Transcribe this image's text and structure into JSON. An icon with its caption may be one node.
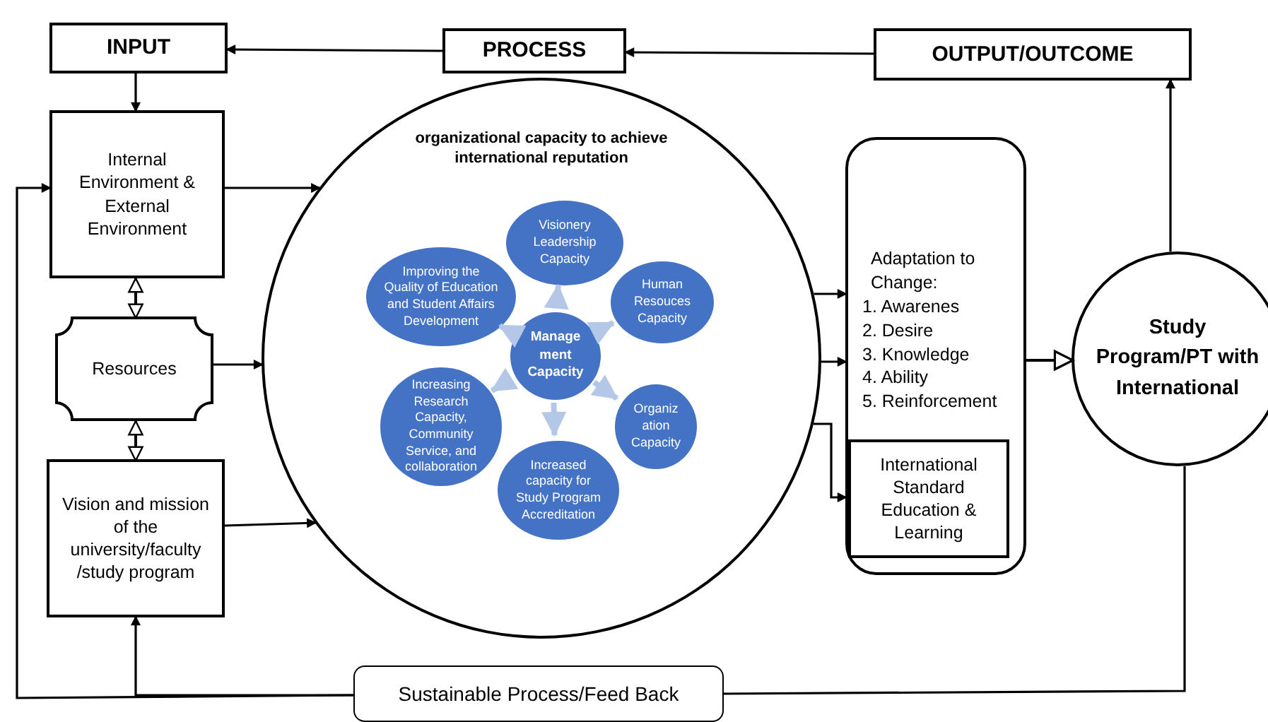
{
  "diagram": {
    "nodes": [
      {
        "text": [
          "INPUT"
        ]
      },
      {
        "text": [
          "PROCESS"
        ]
      },
      {
        "text": [
          "OUTPUT/OUTCOME"
        ]
      },
      {
        "text": [
          "Internal Environment & External Environment"
        ]
      },
      {
        "text": [
          "Resources"
        ]
      },
      {
        "text": [
          "Vision and mission of the university/faculty /study program"
        ]
      },
      {
        "text": [
          "organizational capacity to achieve international reputation"
        ]
      },
      {
        "text": [
          "Visionery Leadership Capacity"
        ],
        "in": 6
      },
      {
        "text": [
          "Human Resouces Capacity"
        ],
        "in": 6
      },
      {
        "text": [
          "Organiz ation Capacity"
        ],
        "in": 6
      },
      {
        "text": [
          "Increased capacity for Study Program Accreditation"
        ],
        "in": 6
      },
      {
        "text": [
          "Increasing Research Capacity, Community Service, and collaboration"
        ],
        "in": 6
      },
      {
        "text": [
          "Improving the Quality of Education and Student Affairs Development"
        ],
        "in": 6
      },
      {
        "text": [
          "Manage ment Capacity"
        ],
        "in": 6
      },
      {
        "text": [
          "Adaptation to Change:",
          "1. Awarenes",
          "2. Desire",
          "3. Knowledge",
          "4. Ability",
          "5. Reinforcement"
        ]
      },
      {
        "text": [
          "International Standard Education & Learning"
        ],
        "in": 14
      },
      {
        "text": [
          "Study Program/PT with International"
        ]
      },
      {
        "text": [
          "Sustainable Process/Feed Back"
        ]
      }
    ],
    "edges": [
      {
        "from": 1,
        "to": 0,
        "arrow": "to"
      },
      {
        "from": 2,
        "to": 1,
        "arrow": "to"
      },
      {
        "from": 0,
        "to": 3,
        "arrow": "to"
      },
      {
        "from": 3,
        "to": 4,
        "arrow": "both"
      },
      {
        "from": 4,
        "to": 5,
        "arrow": "both"
      },
      {
        "from": 3,
        "to": 6,
        "arrow": "to"
      },
      {
        "from": 4,
        "to": 6,
        "arrow": "to"
      },
      {
        "from": 5,
        "to": 6,
        "arrow": "to"
      },
      {
        "from": 6,
        "to": 14,
        "arrow": "to"
      },
      {
        "from": 6,
        "to": 14,
        "arrow": "to"
      },
      {
        "from": 6,
        "to": 15,
        "arrow": "to"
      },
      {
        "from": 14,
        "to": 16,
        "arrow": "to"
      },
      {
        "from": 16,
        "to": 2,
        "arrow": "to"
      },
      {
        "from": 16,
        "to": 17,
        "arrow": "none"
      },
      {
        "from": 17,
        "to": 3,
        "arrow": "to"
      },
      {
        "from": 17,
        "to": 5,
        "arrow": "to"
      },
      {
        "from": 13,
        "to": 7,
        "arrow": "to",
        "style": "thick",
        "color": "#b4c7e7"
      },
      {
        "from": 13,
        "to": 8,
        "arrow": "to",
        "style": "thick",
        "color": "#b4c7e7"
      },
      {
        "from": 13,
        "to": 9,
        "arrow": "to",
        "style": "thick",
        "color": "#b4c7e7"
      },
      {
        "from": 13,
        "to": 10,
        "arrow": "to",
        "style": "thick",
        "color": "#b4c7e7"
      },
      {
        "from": 13,
        "to": 11,
        "arrow": "to",
        "style": "thick",
        "color": "#b4c7e7"
      },
      {
        "from": 13,
        "to": 12,
        "arrow": "to",
        "style": "thick",
        "color": "#b4c7e7"
      }
    ]
  }
}
